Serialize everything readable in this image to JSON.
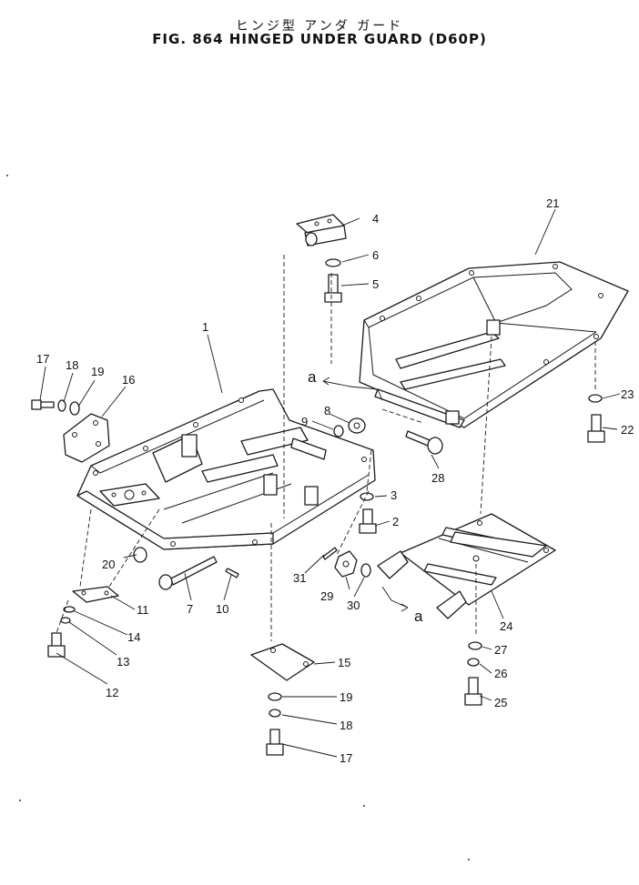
{
  "title": {
    "japanese": "ヒンジ型 アンダ ガード",
    "english": "FIG. 864  HINGED  UNDER  GUARD  (D60P)"
  },
  "view_marker": "a",
  "callouts": [
    {
      "id": "c1",
      "label": "1"
    },
    {
      "id": "c2",
      "label": "2"
    },
    {
      "id": "c3",
      "label": "3"
    },
    {
      "id": "c4",
      "label": "4"
    },
    {
      "id": "c5",
      "label": "5"
    },
    {
      "id": "c6",
      "label": "6"
    },
    {
      "id": "c7",
      "label": "7"
    },
    {
      "id": "c8",
      "label": "8"
    },
    {
      "id": "c9",
      "label": "9"
    },
    {
      "id": "c10",
      "label": "10"
    },
    {
      "id": "c11",
      "label": "11"
    },
    {
      "id": "c12",
      "label": "12"
    },
    {
      "id": "c13",
      "label": "13"
    },
    {
      "id": "c14",
      "label": "14"
    },
    {
      "id": "c15",
      "label": "15"
    },
    {
      "id": "c16",
      "label": "16"
    },
    {
      "id": "c17a",
      "label": "17"
    },
    {
      "id": "c17b",
      "label": "17"
    },
    {
      "id": "c18a",
      "label": "18"
    },
    {
      "id": "c18b",
      "label": "18"
    },
    {
      "id": "c19a",
      "label": "19"
    },
    {
      "id": "c19b",
      "label": "19"
    },
    {
      "id": "c20",
      "label": "20"
    },
    {
      "id": "c21",
      "label": "21"
    },
    {
      "id": "c22",
      "label": "22"
    },
    {
      "id": "c23",
      "label": "23"
    },
    {
      "id": "c24",
      "label": "24"
    },
    {
      "id": "c25",
      "label": "25"
    },
    {
      "id": "c26",
      "label": "26"
    },
    {
      "id": "c27",
      "label": "27"
    },
    {
      "id": "c28",
      "label": "28"
    },
    {
      "id": "c29",
      "label": "29"
    },
    {
      "id": "c30",
      "label": "30"
    },
    {
      "id": "c31",
      "label": "31"
    }
  ]
}
